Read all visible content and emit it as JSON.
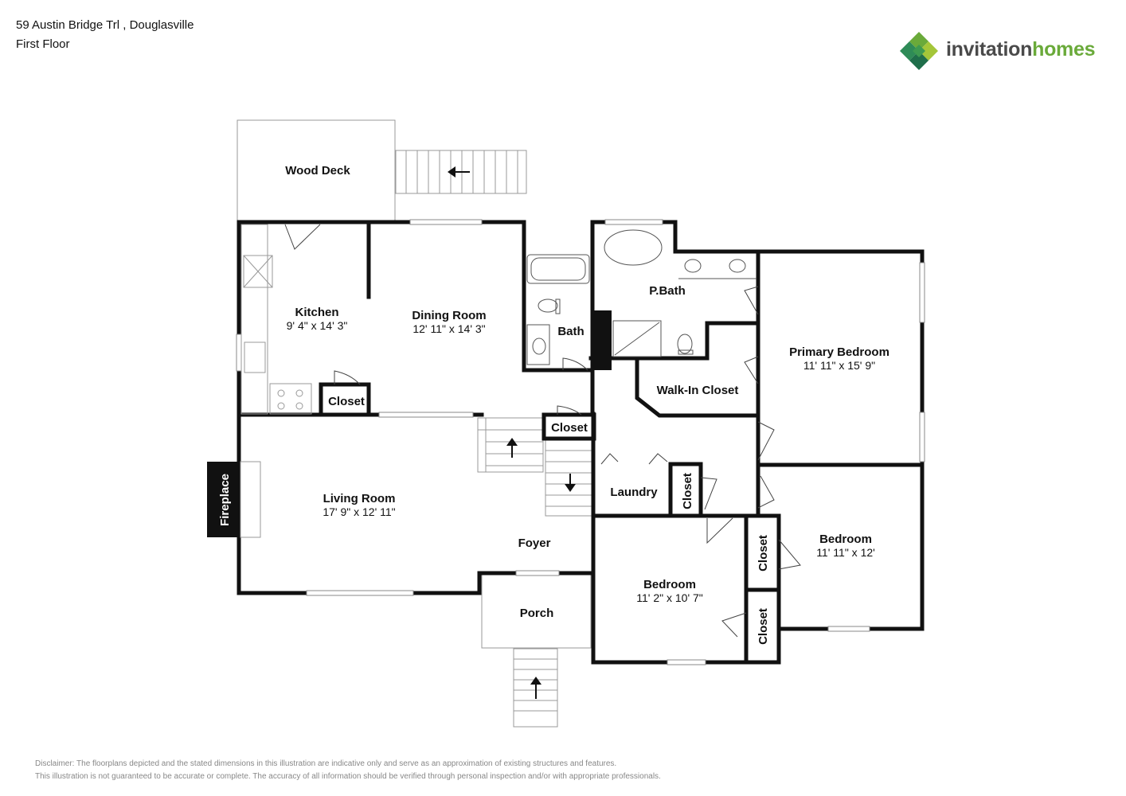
{
  "header": {
    "address": "59 Austin Bridge Trl , Douglasville",
    "floor": "First Floor"
  },
  "logo": {
    "name_part1": "invitation",
    "name_part2": "homes",
    "colors": [
      "#2e8b57",
      "#6aaa3a",
      "#a4c639",
      "#1f6e4a"
    ]
  },
  "rooms": {
    "wood_deck": {
      "name": "Wood Deck"
    },
    "kitchen": {
      "name": "Kitchen",
      "dims": "9' 4\" x 14' 3\""
    },
    "dining_room": {
      "name": "Dining Room",
      "dims": "12' 11\" x 14' 3\""
    },
    "bath": {
      "name": "Bath"
    },
    "p_bath": {
      "name": "P.Bath"
    },
    "primary_bedroom": {
      "name": "Primary Bedroom",
      "dims": "11' 11\" x 15' 9\""
    },
    "walk_in_closet": {
      "name": "Walk-In Closet"
    },
    "kitchen_closet": {
      "name": "Closet"
    },
    "foyer_closet": {
      "name": "Closet"
    },
    "laundry": {
      "name": "Laundry"
    },
    "laundry_closet": {
      "name": "Closet"
    },
    "living_room": {
      "name": "Living Room",
      "dims": "17' 9\" x 12' 11\""
    },
    "fireplace": {
      "name": "Fireplace"
    },
    "foyer": {
      "name": "Foyer"
    },
    "porch": {
      "name": "Porch"
    },
    "bedroom_2": {
      "name": "Bedroom",
      "dims": "11' 2\" x 10' 7\""
    },
    "bedroom_3": {
      "name": "Bedroom",
      "dims": "11' 11\" x 12'"
    },
    "closet_a": {
      "name": "Closet"
    },
    "closet_b": {
      "name": "Closet"
    }
  },
  "disclaimer": {
    "line1": "Disclaimer: The floorplans depicted and the stated dimensions in this illustration are indicative only and serve as an approximation of existing structures and features.",
    "line2": "This illustration is not guaranteed to be accurate or complete. The accuracy of all information should be verified through personal inspection and/or with appropriate professionals."
  }
}
